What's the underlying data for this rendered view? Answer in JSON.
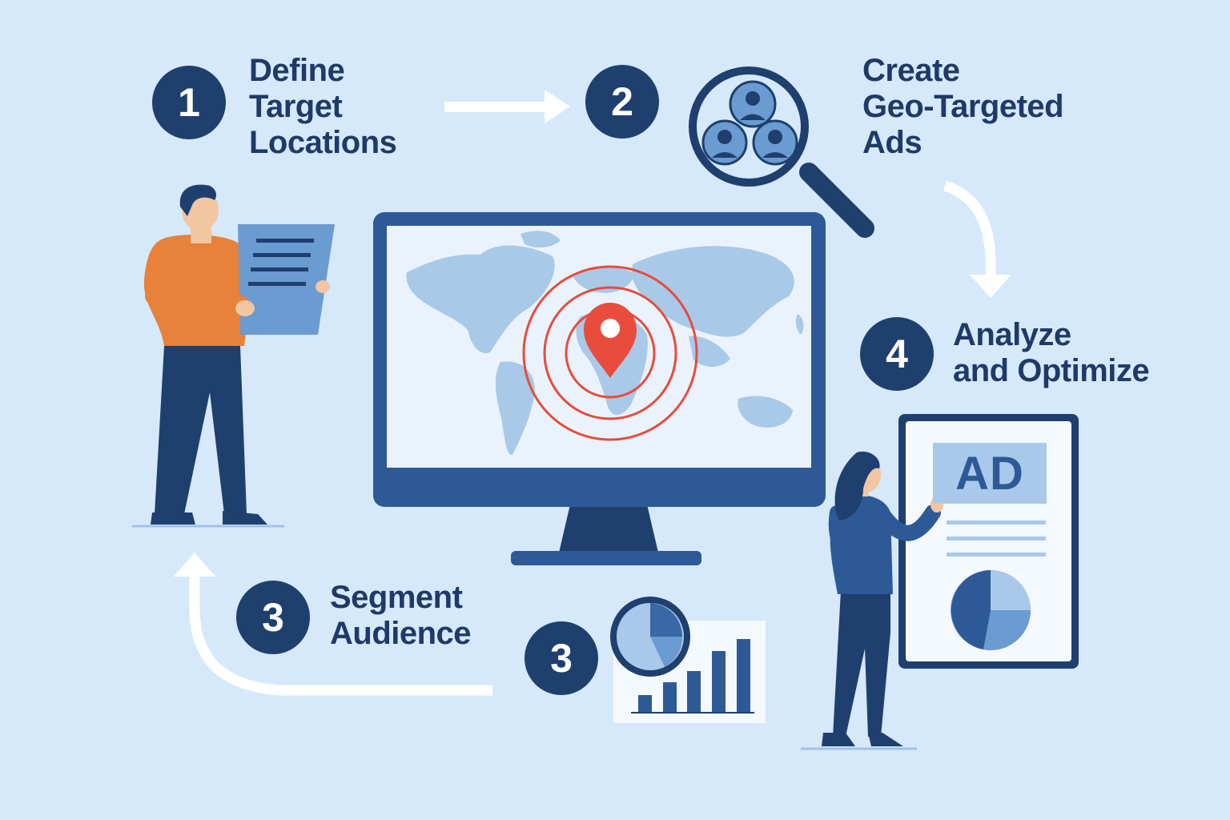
{
  "colors": {
    "background": "#d6e9fa",
    "navy": "#1f3f6e",
    "text": "#1f3a68",
    "accent_red": "#e74c3c",
    "orange": "#e8813a",
    "light_blue": "#aac9ea",
    "medium_blue": "#3a68a6"
  },
  "steps": [
    {
      "number": "1",
      "lines": [
        "Define",
        "Target",
        "Locations"
      ]
    },
    {
      "number": "2",
      "lines": [
        "Create",
        "Geo-Targeted",
        "Ads"
      ]
    },
    {
      "number": "3",
      "lines": [
        "Segment",
        "Audience"
      ]
    },
    {
      "number": "4",
      "lines": [
        "Analyze",
        "and Optimize"
      ]
    }
  ],
  "extra_badge": {
    "number": "3"
  },
  "ad_panel": {
    "label": "AD"
  },
  "icons": [
    "location-pin-icon",
    "magnifier-people-icon",
    "pie-chart-icon",
    "bar-chart-icon",
    "document-icon",
    "monitor-icon"
  ]
}
